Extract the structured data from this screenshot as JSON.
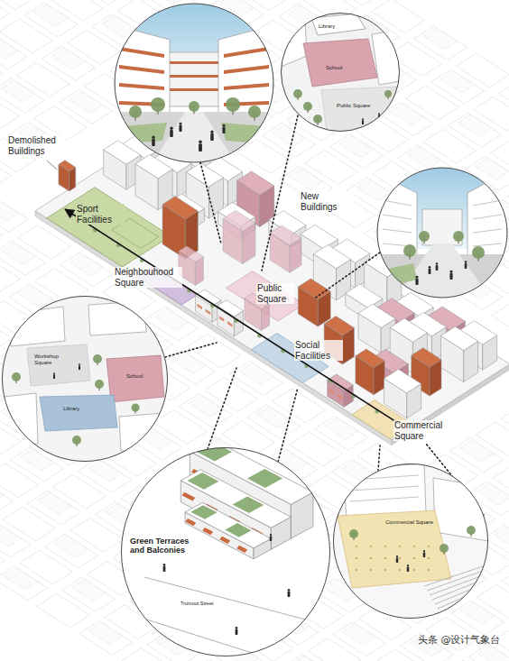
{
  "diagram": {
    "nodes": [
      {
        "text": [
          "Library",
          "School",
          "Public Square"
        ]
      },
      {
        "text": [
          "Workshop Square",
          "School",
          "Library"
        ]
      },
      {
        "text": [
          "Green Terraces and Balconies",
          "Trumout Street"
        ]
      },
      {
        "text": [
          "Commercial Square"
        ]
      }
    ],
    "labels": [
      "Demolished Buildings",
      "Sport Facilities",
      "New Buildings",
      "Neighbouhood Square",
      "Public Square",
      "Social Facilities",
      "Commercial Square",
      "头条 @设计气象台"
    ]
  }
}
